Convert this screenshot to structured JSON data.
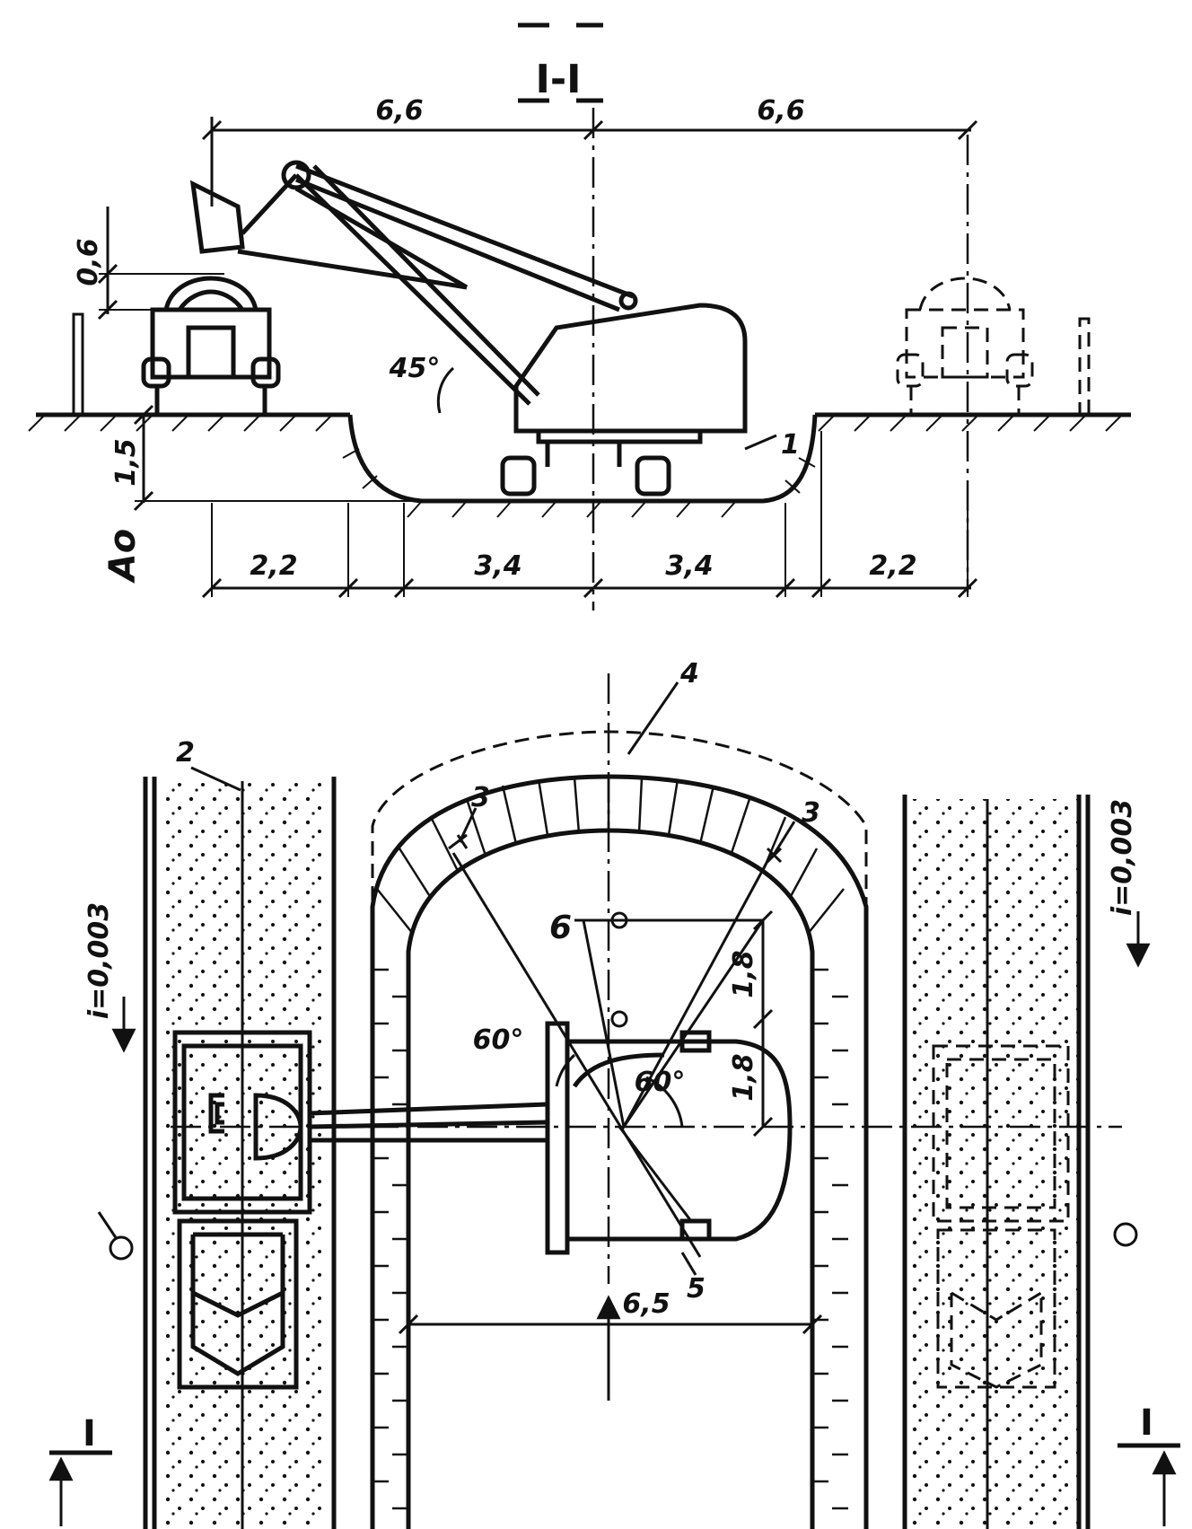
{
  "title": "I-I",
  "dimensions": {
    "left_half": "6,6",
    "right_half": "6,6",
    "height_above_truck": "0,6",
    "depth": "1,5",
    "ao": "Ao",
    "left_outer": "2,2",
    "left_inner": "3,4",
    "right_inner": "3,4",
    "right_outer": "2,2",
    "boom_angle": "45°",
    "vertical_1": "1,8",
    "vertical_2": "1,8",
    "angle_1": "60°",
    "angle_2": "60°",
    "plan_width": "6,5"
  },
  "callouts": {
    "c1": "1",
    "c2": "2",
    "c3a": "3",
    "c3b": "3",
    "c4": "4",
    "c5": "5",
    "c6": "6"
  },
  "slopes": {
    "left": "i=0,003",
    "right": "i=0,003"
  },
  "section_marks": {
    "left": "I",
    "right": "I"
  },
  "colors": {
    "ink": "#111111",
    "paper": "#ffffff"
  }
}
